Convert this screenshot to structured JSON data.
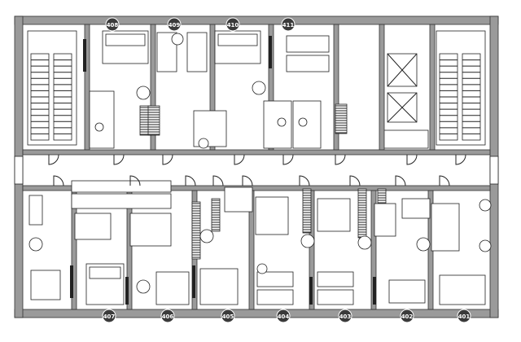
{
  "rooms_top": [
    "408",
    "409",
    "410",
    "411"
  ],
  "rooms_bottom": [
    "407",
    "406",
    "405",
    "404",
    "403",
    "402",
    "401"
  ],
  "colors": {
    "wall": "#9a9a9a",
    "badge": "#3a3a3a",
    "line": "#222222"
  }
}
